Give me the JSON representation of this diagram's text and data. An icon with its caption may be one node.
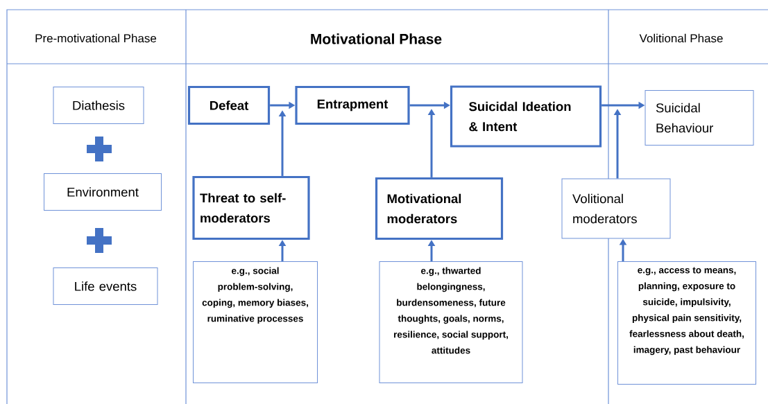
{
  "diagram": {
    "nodes": [
      {
        "text": [
          "Diathesis"
        ]
      },
      {
        "text": [
          "Environment"
        ]
      },
      {
        "text": [
          "Life events"
        ]
      },
      {
        "text": [
          "Defeat"
        ]
      },
      {
        "text": [
          "Entrapment"
        ]
      },
      {
        "text": [
          "Suicidal Ideation & Intent"
        ]
      },
      {
        "text": [
          "Suicidal Behaviour"
        ]
      },
      {
        "text": [
          "Threat to self-moderators"
        ]
      },
      {
        "text": [
          "Motivational moderators"
        ]
      },
      {
        "text": [
          "Volitional moderators"
        ]
      },
      {
        "text": [
          "e.g., social problem-solving, coping, memory biases, ruminative processes"
        ]
      },
      {
        "text": [
          "e.g., thwarted belongingness, burdensomeness, future thoughts, goals, norms, resilience, social support, attitudes"
        ]
      },
      {
        "text": [
          "e.g., access to means, planning, exposure to suicide, impulsivity, physical pain sensitivity, fearlessness about death, imagery, past behaviour"
        ]
      }
    ],
    "edges": [
      {
        "from": 3,
        "to": 4,
        "arrow": "to"
      },
      {
        "from": 4,
        "to": 5,
        "arrow": "to"
      },
      {
        "from": 5,
        "to": 6,
        "arrow": "to"
      },
      {
        "from": 7,
        "to": null,
        "arrow": "to"
      },
      {
        "from": 8,
        "to": null,
        "arrow": "to"
      },
      {
        "from": 9,
        "to": null,
        "arrow": "to"
      },
      {
        "from": 10,
        "to": 7,
        "arrow": "to"
      },
      {
        "from": 11,
        "to": 8,
        "arrow": "to"
      },
      {
        "from": 12,
        "to": 9,
        "arrow": "to"
      }
    ],
    "labels": [
      "Pre-motivational Phase",
      "Motivational Phase",
      "Volitional Phase"
    ]
  }
}
